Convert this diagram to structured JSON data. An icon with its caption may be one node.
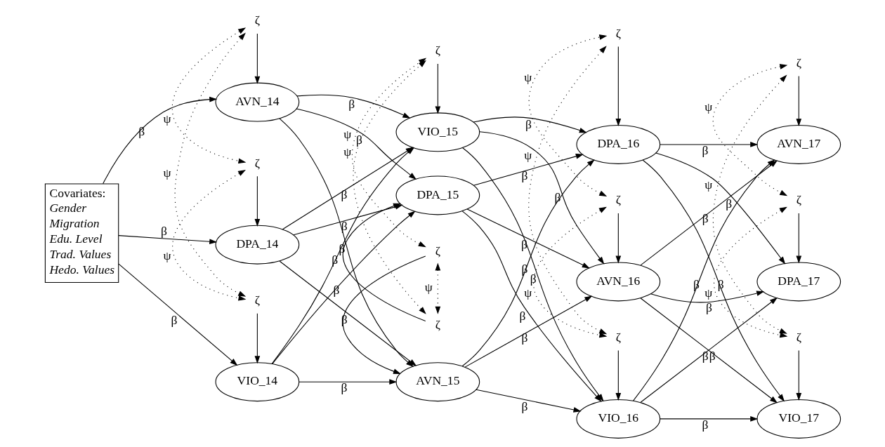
{
  "diagram": {
    "nodes": [
      {
        "text": [
          "DPA_14"
        ]
      },
      {
        "text": [
          "DPA_15"
        ]
      },
      {
        "text": [
          "DPA_16"
        ]
      },
      {
        "text": [
          "DPA_17"
        ]
      },
      {
        "text": [
          "ζ"
        ]
      },
      {
        "text": [
          "ζ"
        ]
      },
      {
        "text": [
          "ζ"
        ]
      },
      {
        "text": [
          "ζ"
        ]
      },
      {
        "text": [
          "ζ"
        ]
      },
      {
        "text": [
          "ζ"
        ]
      },
      {
        "text": [
          "ζ"
        ]
      },
      {
        "text": [
          "ζ"
        ]
      },
      {
        "text": [
          "Covariates:",
          "Gender",
          "Migration",
          "Edu. Level",
          "Trad. Values",
          "Hedo. Values"
        ]
      },
      {
        "text": [
          "AVN_14"
        ]
      },
      {
        "text": [
          "AVN_15"
        ]
      },
      {
        "text": [
          "AVN_16"
        ]
      },
      {
        "text": [
          "AVN_17"
        ]
      },
      {
        "text": [
          "ζ"
        ]
      },
      {
        "text": [
          "ζ"
        ]
      },
      {
        "text": [
          "ζ"
        ]
      },
      {
        "text": [
          "ζ"
        ]
      },
      {
        "text": [
          "VIO_14"
        ]
      },
      {
        "text": [
          "VIO_15"
        ]
      },
      {
        "text": [
          "VIO_16"
        ]
      },
      {
        "text": [
          "VIO_17"
        ]
      }
    ],
    "edges": [
      {
        "from": 12,
        "to": 0,
        "arrow": "to",
        "label": "β"
      },
      {
        "from": 12,
        "to": 13,
        "arrow": "to",
        "label": "β"
      },
      {
        "from": 12,
        "to": 21,
        "arrow": "to",
        "label": "β"
      },
      {
        "from": 0,
        "to": 1,
        "arrow": "to",
        "label": "β"
      },
      {
        "from": 1,
        "to": 2,
        "arrow": "to",
        "label": "β"
      },
      {
        "from": 2,
        "to": 3,
        "arrow": "to",
        "label": "β"
      },
      {
        "from": 13,
        "to": 14,
        "arrow": "to",
        "label": "β"
      },
      {
        "from": 14,
        "to": 15,
        "arrow": "to",
        "label": "β"
      },
      {
        "from": 15,
        "to": 16,
        "arrow": "to",
        "label": "β"
      },
      {
        "from": 21,
        "to": 22,
        "arrow": "to",
        "label": "β"
      },
      {
        "from": 22,
        "to": 23,
        "arrow": "to",
        "label": "β"
      },
      {
        "from": 23,
        "to": 24,
        "arrow": "to",
        "label": "β"
      },
      {
        "from": 0,
        "to": 14,
        "arrow": "to",
        "label": "β"
      },
      {
        "from": 0,
        "to": 22,
        "arrow": "to",
        "label": "β"
      },
      {
        "from": 13,
        "to": 1,
        "arrow": "to",
        "label": "β"
      },
      {
        "from": 13,
        "to": 22,
        "arrow": "to",
        "label": "β"
      },
      {
        "from": 21,
        "to": 1,
        "arrow": "to",
        "label": "β"
      },
      {
        "from": 21,
        "to": 14,
        "arrow": "to",
        "label": "β"
      },
      {
        "from": 1,
        "to": 15,
        "arrow": "to",
        "label": "β"
      },
      {
        "from": 1,
        "to": 23,
        "arrow": "to",
        "label": "β"
      },
      {
        "from": 14,
        "to": 2,
        "arrow": "to",
        "label": "β"
      },
      {
        "from": 14,
        "to": 23,
        "arrow": "to",
        "label": "β"
      },
      {
        "from": 22,
        "to": 2,
        "arrow": "to",
        "label": "β"
      },
      {
        "from": 22,
        "to": 15,
        "arrow": "to",
        "label": "β"
      },
      {
        "from": 2,
        "to": 16,
        "arrow": "to",
        "label": "β"
      },
      {
        "from": 2,
        "to": 24,
        "arrow": "to",
        "label": "β"
      },
      {
        "from": 15,
        "to": 3,
        "arrow": "to",
        "label": "β"
      },
      {
        "from": 15,
        "to": 24,
        "arrow": "to",
        "label": "β"
      },
      {
        "from": 23,
        "to": 3,
        "arrow": "to",
        "label": "β"
      },
      {
        "from": 23,
        "to": 16,
        "arrow": "to",
        "label": "β"
      },
      {
        "from": 4,
        "to": 0,
        "arrow": "to"
      },
      {
        "from": 5,
        "to": 1,
        "arrow": "to"
      },
      {
        "from": 6,
        "to": 2,
        "arrow": "to"
      },
      {
        "from": 7,
        "to": 3,
        "arrow": "to"
      },
      {
        "from": 8,
        "to": 13,
        "arrow": "to"
      },
      {
        "from": 9,
        "to": 14,
        "arrow": "to"
      },
      {
        "from": 10,
        "to": 15,
        "arrow": "to"
      },
      {
        "from": 11,
        "to": 16,
        "arrow": "to"
      },
      {
        "from": 17,
        "to": 21,
        "arrow": "to"
      },
      {
        "from": 18,
        "to": 22,
        "arrow": "to"
      },
      {
        "from": 19,
        "to": 23,
        "arrow": "to"
      },
      {
        "from": 20,
        "to": 24,
        "arrow": "to"
      },
      {
        "from": 8,
        "to": 4,
        "arrow": "both",
        "label": "ψ",
        "style": "dashed"
      },
      {
        "from": 4,
        "to": 17,
        "arrow": "both",
        "label": "ψ",
        "style": "dashed"
      },
      {
        "from": 8,
        "to": 17,
        "arrow": "both",
        "label": "ψ",
        "style": "dashed"
      },
      {
        "from": 9,
        "to": 5,
        "arrow": "both",
        "label": "ψ",
        "style": "dashed"
      },
      {
        "from": 5,
        "to": 18,
        "arrow": "both",
        "label": "ψ",
        "style": "dashed"
      },
      {
        "from": 9,
        "to": 18,
        "arrow": "both",
        "label": "ψ",
        "style": "dashed"
      },
      {
        "from": 10,
        "to": 6,
        "arrow": "both",
        "label": "ψ",
        "style": "dashed"
      },
      {
        "from": 6,
        "to": 19,
        "arrow": "both",
        "label": "ψ",
        "style": "dashed"
      },
      {
        "from": 10,
        "to": 19,
        "arrow": "both",
        "label": "ψ",
        "style": "dashed"
      },
      {
        "from": 11,
        "to": 7,
        "arrow": "both",
        "label": "ψ",
        "style": "dashed"
      },
      {
        "from": 7,
        "to": 20,
        "arrow": "both",
        "label": "ψ",
        "style": "dashed"
      },
      {
        "from": 11,
        "to": 20,
        "arrow": "both",
        "label": "ψ",
        "style": "dashed"
      }
    ]
  }
}
